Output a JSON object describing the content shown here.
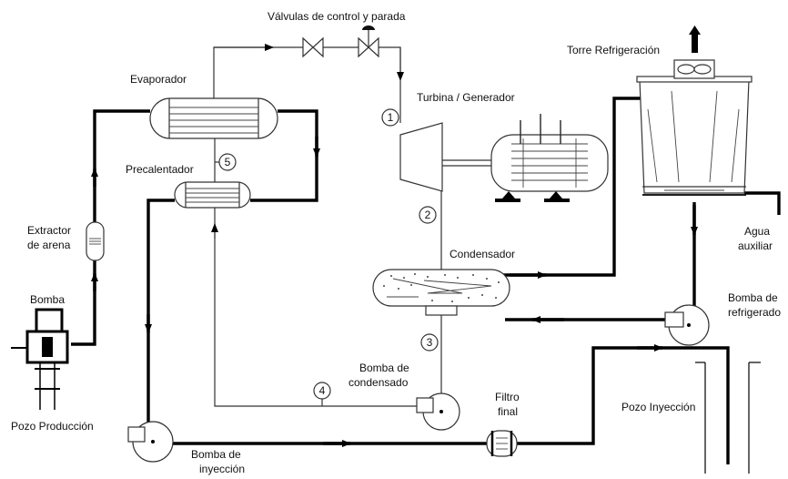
{
  "labels": {
    "valves": "Válvulas de control y parada",
    "evaporator": "Evaporador",
    "turbine": "Turbina / Generador",
    "cooling_tower": "Torre Refrigeración",
    "preheater": "Precalentador",
    "sand_extractor_1": "Extractor",
    "sand_extractor_2": "de arena",
    "pump": "Bomba",
    "production_well": "Pozo Producción",
    "condenser": "Condensador",
    "aux_water_1": "Agua",
    "aux_water_2": "auxiliar",
    "cooling_pump_1": "Bomba de",
    "cooling_pump_2": "refrigerado",
    "condensate_pump_1": "Bomba de",
    "condensate_pump_2": "condensado",
    "final_filter_1": "Filtro",
    "final_filter_2": "final",
    "injection_well": "Pozo Inyección",
    "injection_pump_1": "Bomba de",
    "injection_pump_2": "inyección"
  },
  "state_points": [
    "1",
    "2",
    "3",
    "4",
    "5"
  ]
}
